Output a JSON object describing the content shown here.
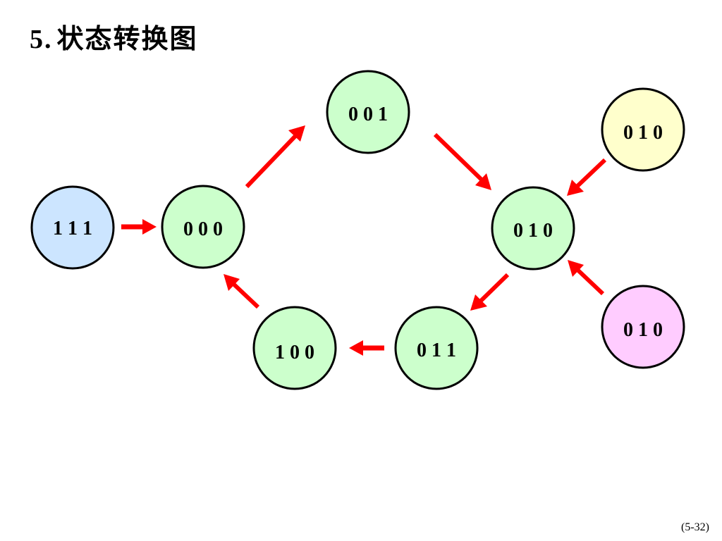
{
  "title": {
    "number": "5.",
    "text": "状态转换图"
  },
  "page_number": "(5-32)",
  "colors": {
    "main_state_fill": "#ccffcc",
    "start_state_fill": "#cce5ff",
    "yellow_state_fill": "#ffffcc",
    "pink_state_fill": "#ffccff",
    "arrow": "#ff0000",
    "stroke": "#000000"
  },
  "states": {
    "s111": {
      "label": "1 1 1",
      "color": "start_state_fill"
    },
    "s000": {
      "label": "0 0 0",
      "color": "main_state_fill"
    },
    "s001": {
      "label": "0 0 1",
      "color": "main_state_fill"
    },
    "s010": {
      "label": "0 1 0",
      "color": "main_state_fill"
    },
    "s011": {
      "label": "0 1 1",
      "color": "main_state_fill"
    },
    "s100": {
      "label": "1 0 0",
      "color": "main_state_fill"
    },
    "s010_yellow": {
      "label": "0 1 0",
      "color": "yellow_state_fill"
    },
    "s010_pink": {
      "label": "0 1 0",
      "color": "pink_state_fill"
    }
  },
  "transitions": [
    {
      "from": "s111",
      "to": "s000"
    },
    {
      "from": "s000",
      "to": "s001"
    },
    {
      "from": "s001",
      "to": "s010"
    },
    {
      "from": "s010_yellow",
      "to": "s010"
    },
    {
      "from": "s010_pink",
      "to": "s010"
    },
    {
      "from": "s010",
      "to": "s011"
    },
    {
      "from": "s011",
      "to": "s100"
    },
    {
      "from": "s100",
      "to": "s000"
    }
  ]
}
